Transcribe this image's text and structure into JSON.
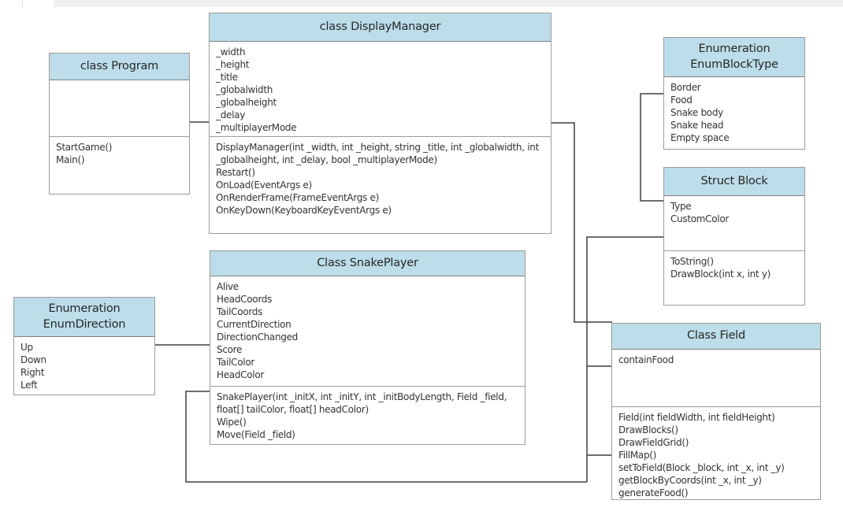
{
  "page": {
    "background_color": "#ffffff",
    "top_strip_color": "#f1f1f4"
  },
  "colors": {
    "title_fill": "#bcdde9",
    "box_border": "#9b9b9b",
    "connector": "#3f3f3f",
    "text": "#2b2b2b"
  },
  "boxes": {
    "program": {
      "title": "class Program",
      "methods": [
        "StartGame()",
        "Main()"
      ]
    },
    "display_manager": {
      "title": "class DisplayManager",
      "fields": [
        "_width",
        "_height",
        "_title",
        "_globalwidth",
        "_globalheight",
        "_delay",
        "_multiplayerMode"
      ],
      "methods": [
        "DisplayManager(int _width, int _height, string _title, int _globalwidth, int _globalheight, int _delay, bool _multiplayerMode)",
        "Restart()",
        "OnLoad(EventArgs e)",
        "OnRenderFrame(FrameEventArgs e)",
        "OnKeyDown(KeyboardKeyEventArgs e)"
      ]
    },
    "enum_block_type": {
      "title_line1": "Enumeration",
      "title_line2": "EnumBlockType",
      "values": [
        "Border",
        "Food",
        "Snake body",
        "Snake head",
        "Empty space"
      ]
    },
    "struct_block": {
      "title": "Struct Block",
      "fields": [
        "Type",
        "CustomColor"
      ],
      "methods": [
        "ToString()",
        "DrawBlock(int x, int y)"
      ]
    },
    "snake_player": {
      "title": "Class SnakePlayer",
      "fields": [
        "Alive",
        "HeadCoords",
        "TailCoords",
        "CurrentDirection",
        "DirectionChanged",
        "Score",
        "TailColor",
        "HeadColor"
      ],
      "methods": [
        "SnakePlayer(int _initX, int _initY, int _initBodyLength, Field _field, float[] tailColor, float[] headColor)",
        "Wipe()",
        "Move(Field _field)"
      ]
    },
    "enum_direction": {
      "title_line1": "Enumeration",
      "title_line2": "EnumDirection",
      "values": [
        "Up",
        "Down",
        "Right",
        "Left"
      ]
    },
    "field": {
      "title": "Class Field",
      "fields": [
        "containFood"
      ],
      "methods": [
        "Field(int fieldWidth, int fieldHeight)",
        "DrawBlocks()",
        "DrawFieldGrid()",
        "FillMap()",
        "setToField(Block _block, int _x, int _y)",
        "getBlockByCoords(int _x, int _y)",
        "generateFood()"
      ]
    }
  },
  "connectors": [
    {
      "name": "program-to-displaymanager"
    },
    {
      "name": "displaymanager-to-field"
    },
    {
      "name": "structblock-to-enumblocktype"
    },
    {
      "name": "structblock-to-field"
    },
    {
      "name": "snakeplayer-to-field"
    },
    {
      "name": "enumdirection-to-snakeplayer"
    }
  ]
}
